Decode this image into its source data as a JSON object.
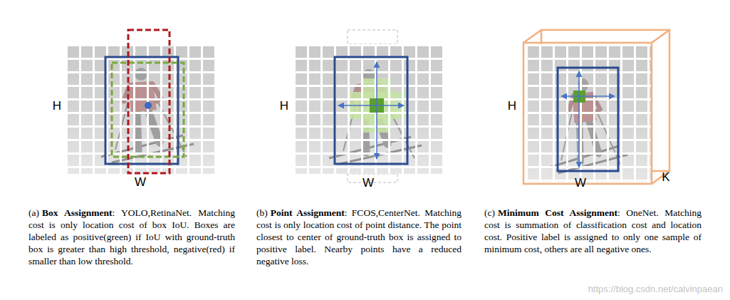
{
  "diagram": {
    "labels": [
      "H",
      "W",
      "H",
      "W",
      "H",
      "W",
      "K",
      "(a)",
      "Box Assignment",
      ": YOLO,RetinaNet. Matching cost is only location cost of box IoU. Boxes are labeled as positive(green) if IoU with ground-truth box is greater than high threshold, negative(red) if smaller than low threshold.",
      "(b)",
      "Point Assignment",
      ": FCOS,CenterNet. Matching cost is only location cost of point distance. The point closest to center of ground-truth box is assigned to positive label. Nearby points have a reduced negative loss.",
      "(c)",
      "Minimum Cost Assignment",
      ": OneNet. Matching cost is summation of classification cost and location cost. Positive label is assigned to only one sample of minimum cost, others are all negative ones.",
      "https://blog.csdn.net/calvinpaean"
    ]
  }
}
